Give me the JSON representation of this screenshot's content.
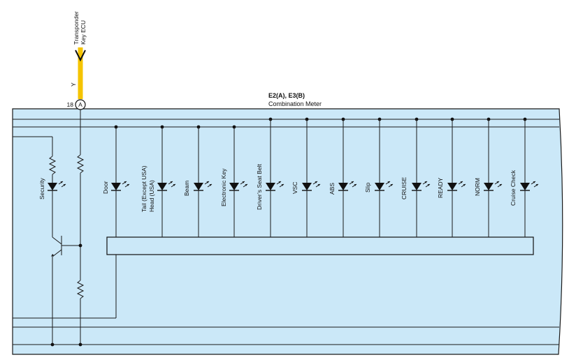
{
  "connector": {
    "ecu_label_line1": "Transponder",
    "ecu_label_line2": "Key ECU",
    "wire_color_code": "Y",
    "wire_color": "#f5c400",
    "pin_number": "18",
    "pin_letter": "A"
  },
  "meter": {
    "connector_codes": "E2(A), E3(B)",
    "name": "Combination Meter",
    "fill_color": "#cbe8f8",
    "border_color": "#1a1a1a"
  },
  "indicators": {
    "security": "Security",
    "door": "Door",
    "tail_line1": "Tail (Except USA)",
    "tail_line2": "Head (USA)",
    "beam": "Beam",
    "electronic_key": "Electronic Key",
    "seat_belt": "Driver’s Seat Belt",
    "vsc": "VSC",
    "abs": "ABS",
    "slip": "Slip",
    "cruise": "CRUISE",
    "ready": "READY",
    "norm": "NORM",
    "cruise_check": "Cruise Check"
  }
}
